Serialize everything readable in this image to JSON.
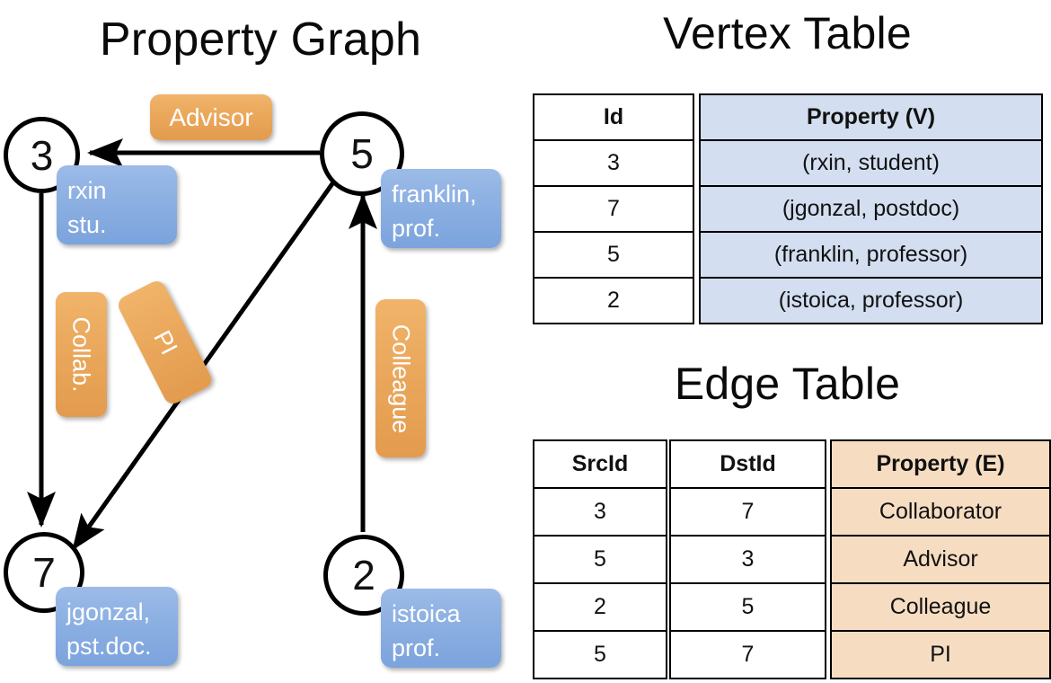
{
  "graph": {
    "title": "Property Graph",
    "nodes": [
      {
        "id": "3",
        "props": [
          "rxin",
          "stu."
        ]
      },
      {
        "id": "5",
        "props": [
          "franklin,",
          "prof."
        ]
      },
      {
        "id": "7",
        "props": [
          "jgonzal,",
          "pst.doc."
        ]
      },
      {
        "id": "2",
        "props": [
          "istoica",
          "prof."
        ]
      }
    ],
    "edge_labels": [
      {
        "name": "advisor-label",
        "text": "Advisor"
      },
      {
        "name": "collab-label",
        "text": "Collab."
      },
      {
        "name": "pi-label",
        "text": "PI"
      },
      {
        "name": "colleague-label",
        "text": "Colleague"
      }
    ],
    "colors": {
      "vertex_box": "#8fb2e3",
      "edge_box": "#eaa85c",
      "vertex_table_fill": "#d3def0",
      "edge_table_fill": "#f6ddc2",
      "stroke": "#000000"
    }
  },
  "vertex_table": {
    "title": "Vertex Table",
    "headers": [
      "Id",
      "Property (V)"
    ],
    "rows": [
      [
        "3",
        "(rxin, student)"
      ],
      [
        "7",
        "(jgonzal, postdoc)"
      ],
      [
        "5",
        "(franklin, professor)"
      ],
      [
        "2",
        "(istoica, professor)"
      ]
    ]
  },
  "edge_table": {
    "title": "Edge Table",
    "headers": [
      "SrcId",
      "DstId",
      "Property (E)"
    ],
    "rows": [
      [
        "3",
        "7",
        "Collaborator"
      ],
      [
        "5",
        "3",
        "Advisor"
      ],
      [
        "2",
        "5",
        "Colleague"
      ],
      [
        "5",
        "7",
        "PI"
      ]
    ]
  }
}
